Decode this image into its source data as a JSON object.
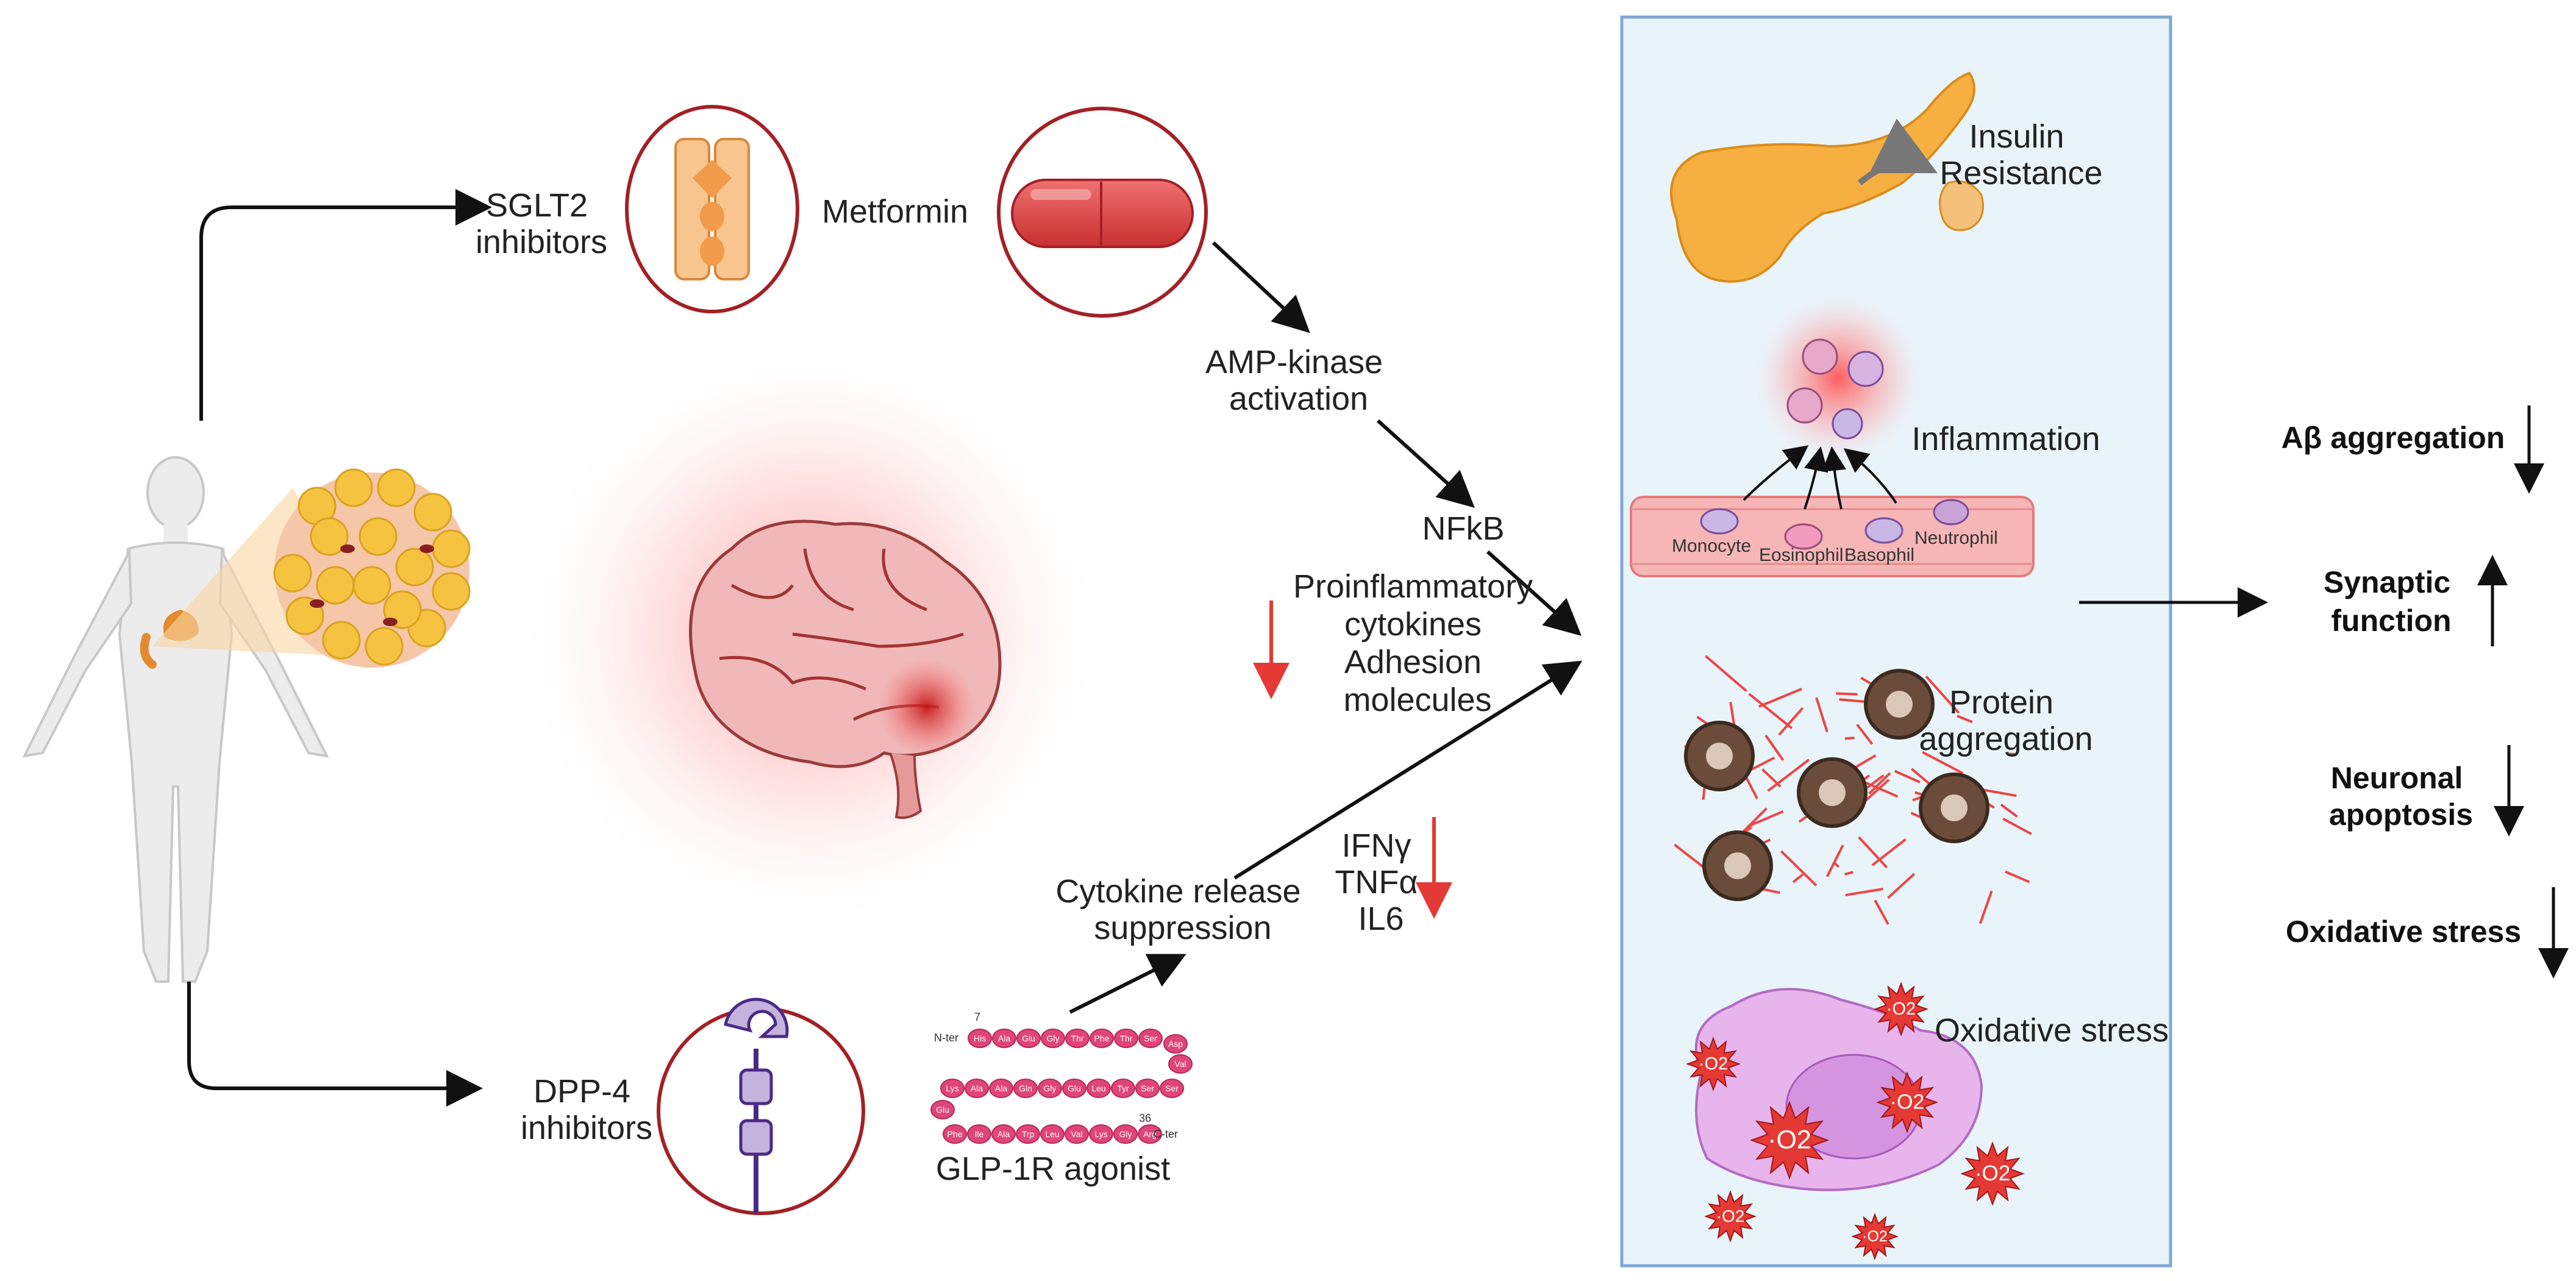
{
  "labels": {
    "sglt2": [
      "SGLT2",
      "inhibitors"
    ],
    "metformin": "Metformin",
    "dpp4": [
      "DPP-4",
      "inhibitors"
    ],
    "glp1r": "GLP-1R agonist",
    "ampk": [
      "AMP-kinase",
      "activation"
    ],
    "nfkb": "NFkB",
    "proinflammatory": [
      "Proinflammatory",
      "cytokines",
      "Adhesion",
      "molecules"
    ],
    "cytokine_release": [
      "Cytokine release",
      "suppression"
    ],
    "cytokines": [
      "IFNγ",
      "TNFα",
      "IL6"
    ]
  },
  "panel": {
    "insulin": [
      "Insulin",
      "Resistance"
    ],
    "inflammation": "Inflammation",
    "cells": [
      "Monocyte",
      "Eosinophil",
      "Basophil",
      "Neutrophil"
    ],
    "protein": [
      "Protein",
      "aggregation"
    ],
    "oxidative": "Oxidative stress",
    "o2": "·O2"
  },
  "outcomes": [
    {
      "lines": [
        "Aβ aggregation"
      ],
      "direction": "down"
    },
    {
      "lines": [
        "Synaptic",
        "function"
      ],
      "direction": "up"
    },
    {
      "lines": [
        "Neuronal",
        "apoptosis"
      ],
      "direction": "down"
    },
    {
      "lines": [
        "Oxidative stress"
      ],
      "direction": "down"
    }
  ],
  "peptide": {
    "n_ter": "N-ter",
    "c_ter": "C-ter",
    "num_start": "7",
    "num_end": "36",
    "row1": [
      "His",
      "Ala",
      "Glu",
      "Gly",
      "Thr",
      "Phe",
      "Thr",
      "Ser"
    ],
    "turn1": [
      "Asp",
      "Val"
    ],
    "row2": [
      "Ser",
      "Ser",
      "Tyr",
      "Leu",
      "Glu",
      "Gly",
      "Gln",
      "Ala",
      "Ala",
      "Lys"
    ],
    "turn2": [
      "Glu"
    ],
    "row3": [
      "Phe",
      "Ile",
      "Ala",
      "Trp",
      "Leu",
      "Val",
      "Lys",
      "Gly",
      "Arg"
    ]
  },
  "colors": {
    "arrow": "#111111",
    "down_red": "#e53935",
    "panel_bg": "#e8f4fa",
    "panel_border": "#7fa6d8",
    "circle_border": "#a32025",
    "pill": "#e05050",
    "peptide_bead": "#e0457a"
  }
}
